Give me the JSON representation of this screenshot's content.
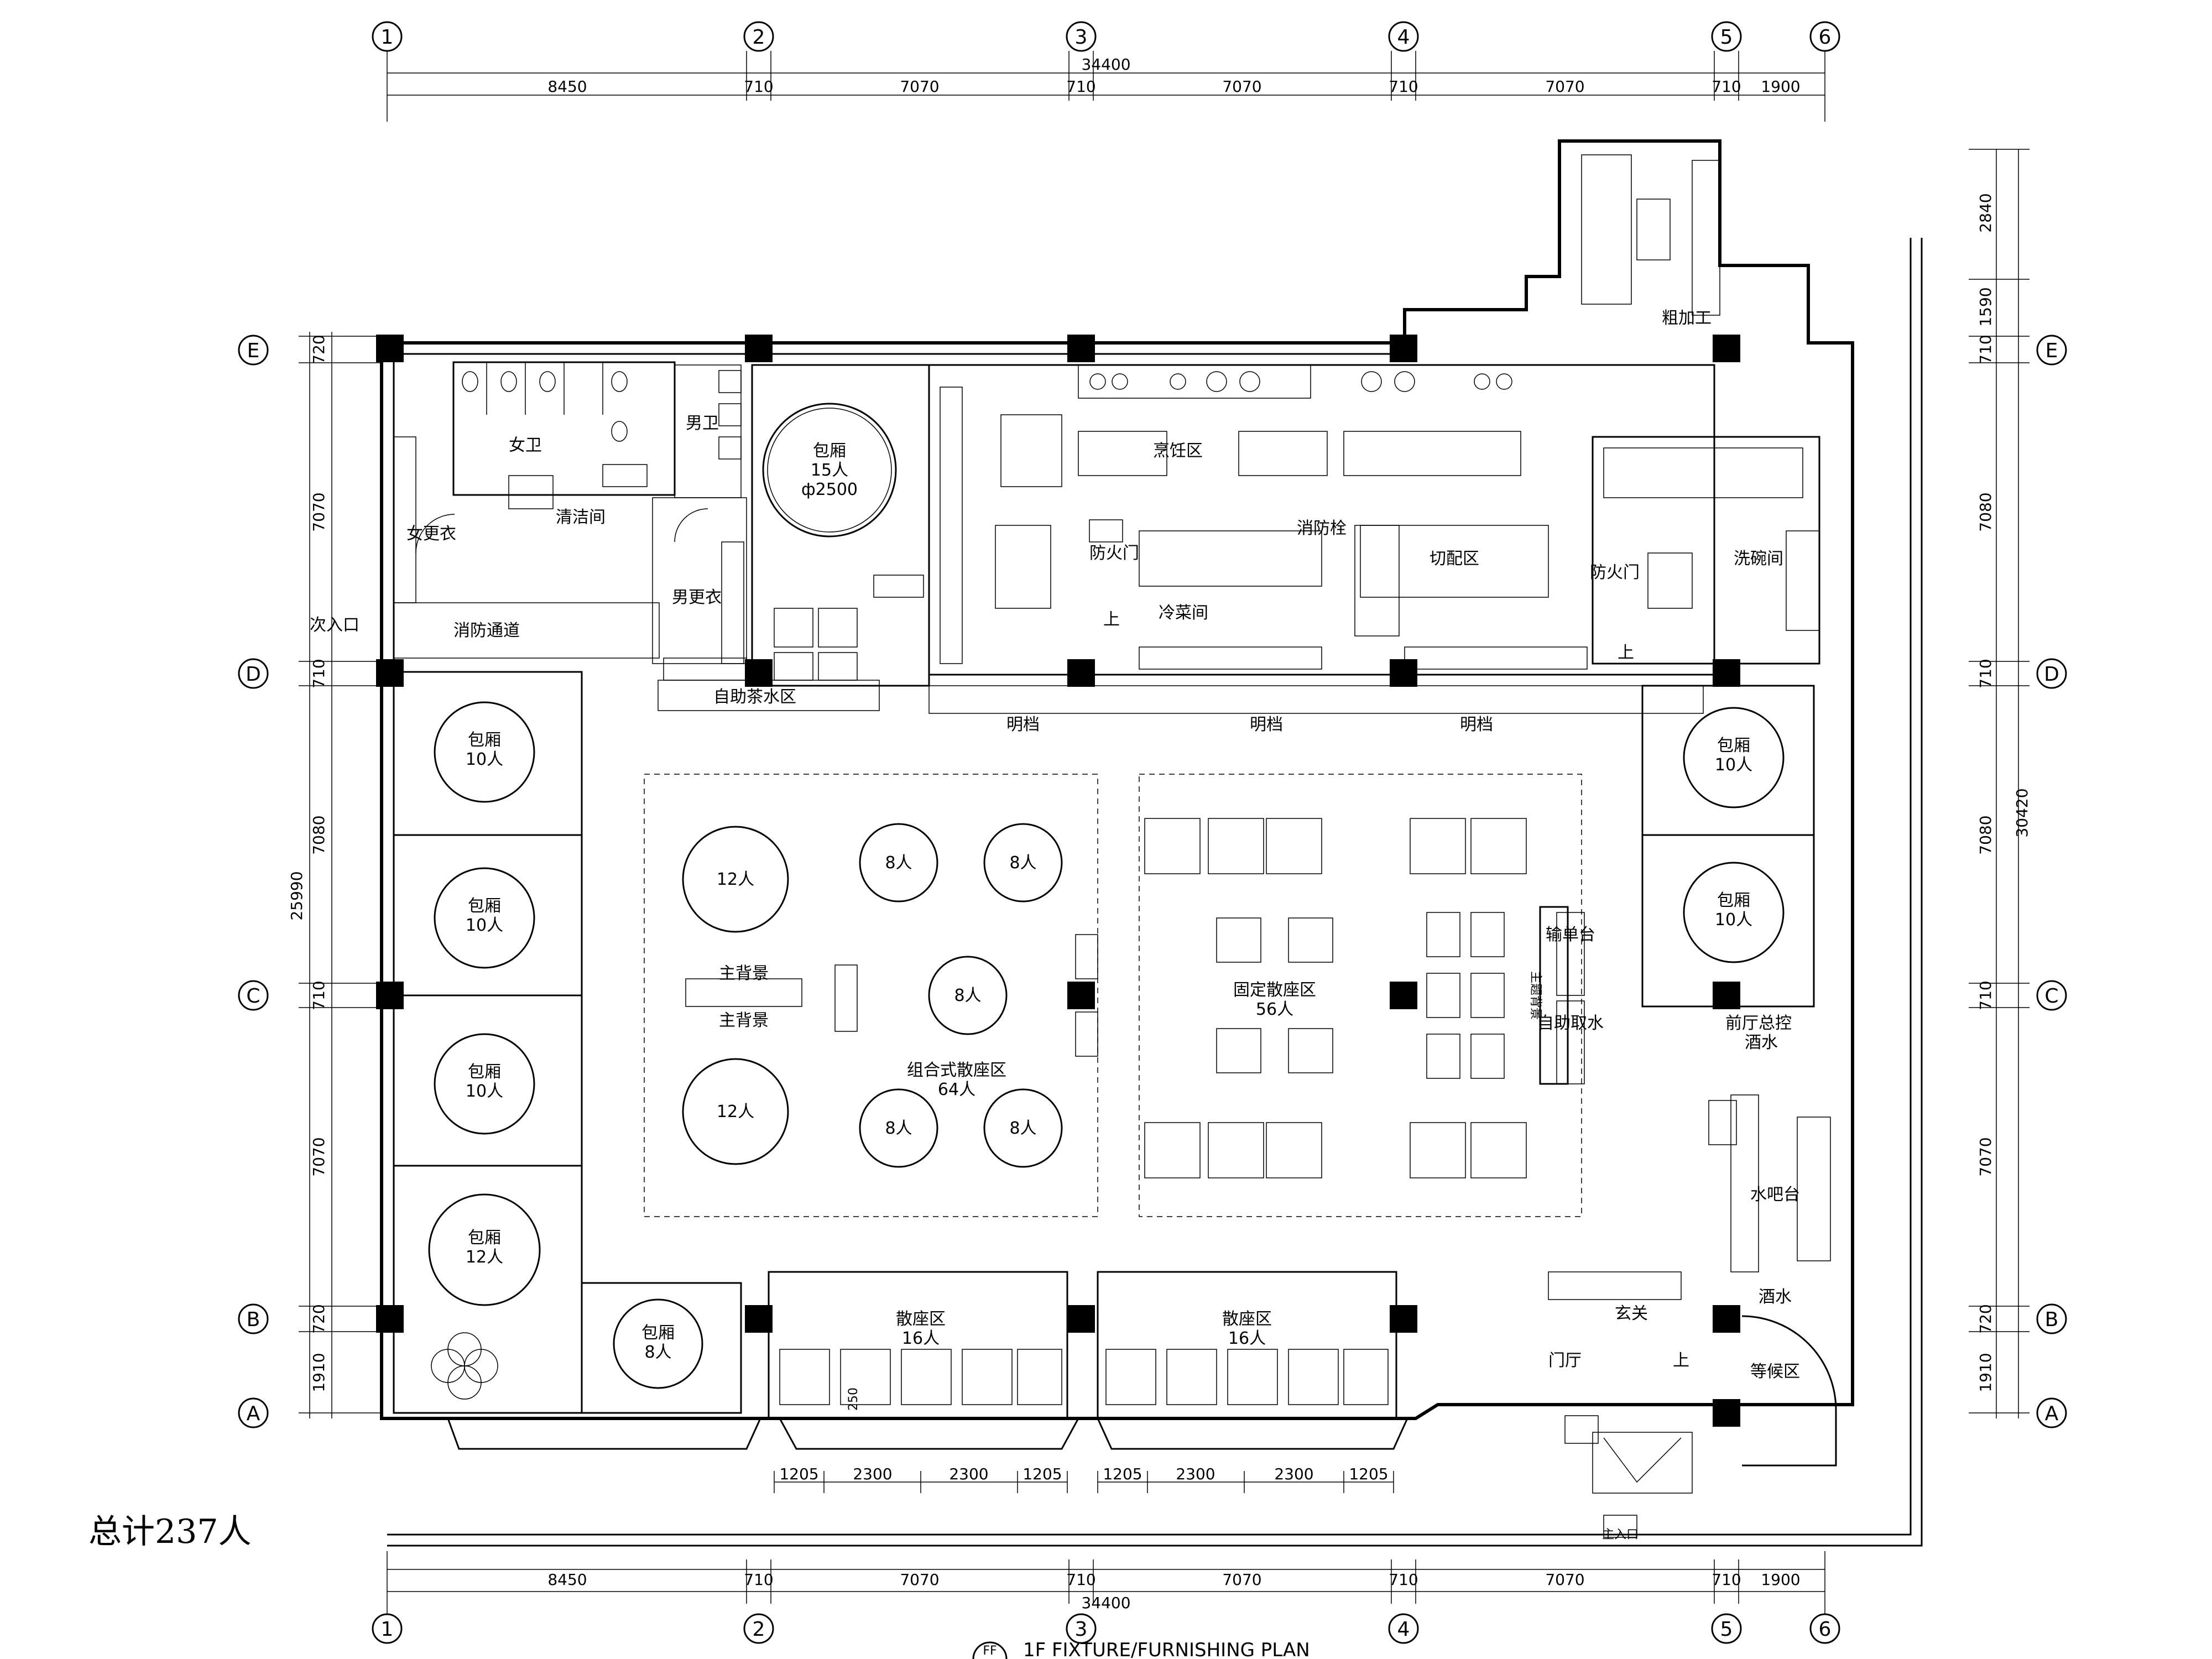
{
  "grid_columns": [
    "1",
    "2",
    "3",
    "4",
    "5",
    "6"
  ],
  "grid_rows": [
    "E",
    "D",
    "C",
    "B",
    "A"
  ],
  "dims_top_total": "34400",
  "dims_top": [
    "8450",
    "710",
    "7070",
    "710",
    "7070",
    "710",
    "7070",
    "710",
    "1900"
  ],
  "dims_bottom_total": "34400",
  "dims_bottom": [
    "8450",
    "710",
    "7070",
    "710",
    "7070",
    "710",
    "7070",
    "710",
    "1900"
  ],
  "dims_left_total": "25990",
  "dims_left": [
    "720",
    "7070",
    "710",
    "7080",
    "710",
    "7070",
    "720",
    "1910"
  ],
  "dims_right_total": "30420",
  "dims_right": [
    "2840",
    "1590",
    "710",
    "7080",
    "710",
    "7080",
    "710",
    "7070",
    "720",
    "1910"
  ],
  "dims_front": [
    "1205",
    "2300",
    "2300",
    "1205",
    "1205",
    "2300",
    "2300",
    "1205"
  ],
  "rooms": {
    "female_wc": "女卫",
    "male_wc": "男卫",
    "cleaning": "清洁间",
    "female_locker": "女更衣",
    "male_locker": "男更衣",
    "fire_passage": "消防通道",
    "side_entrance": "次入口",
    "self_tea": "自助茶水区",
    "vip_room_main": "包厢",
    "vip_room_main_people": "15人",
    "vip_room_main_size": "ф2500",
    "kitchen_hot": "烹饪区",
    "fire_door_left": "防火门",
    "fire_hydrant": "消防栓",
    "cold_room": "冷菜间",
    "cut_area": "切配区",
    "fire_door_right": "防火门",
    "wash_room": "洗碗间",
    "rough_processing": "粗加工",
    "open_kitchen_1": "明档",
    "open_kitchen_2": "明档",
    "open_kitchen_3": "明档",
    "up_left": "上",
    "up_right": "上",
    "combined_area": "组合式散座区",
    "combined_area_people": "64人",
    "fixed_area": "固定散座区",
    "fixed_area_people": "56人",
    "theme_bg_1": "主背景",
    "theme_bg_2": "主背景",
    "theme_bg_side": "主题背景",
    "pass_counter": "输单台",
    "self_service": "自助取水",
    "front_desk": "前厅总控",
    "wine_1": "酒水",
    "water_bar": "水吧台",
    "wine_2": "酒水",
    "porch": "玄关",
    "lobby": "门厅",
    "up_lobby": "上",
    "waiting": "等候区",
    "loose_1": "散座区",
    "loose_1_people": "16人",
    "loose_2": "散座区",
    "loose_2_people": "16人",
    "main_entrance": "主入口",
    "t250": "250"
  },
  "private_rooms": [
    {
      "name": "包厢",
      "people": "10人"
    },
    {
      "name": "包厢",
      "people": "10人"
    },
    {
      "name": "包厢",
      "people": "10人"
    },
    {
      "name": "包厢",
      "people": "12人"
    },
    {
      "name": "包厢",
      "people": "8人"
    },
    {
      "name": "包厢",
      "people": "10人"
    },
    {
      "name": "包厢",
      "people": "10人"
    }
  ],
  "tables": {
    "t12a": "12人",
    "t12b": "12人",
    "t8a": "8人",
    "t8b": "8人",
    "t8c": "8人",
    "t8d": "8人",
    "t8e": "8人"
  },
  "total": "总计237人",
  "plan_title": "1F  FIXTURE/FURNISHING PLAN",
  "plan_badge": "FF"
}
